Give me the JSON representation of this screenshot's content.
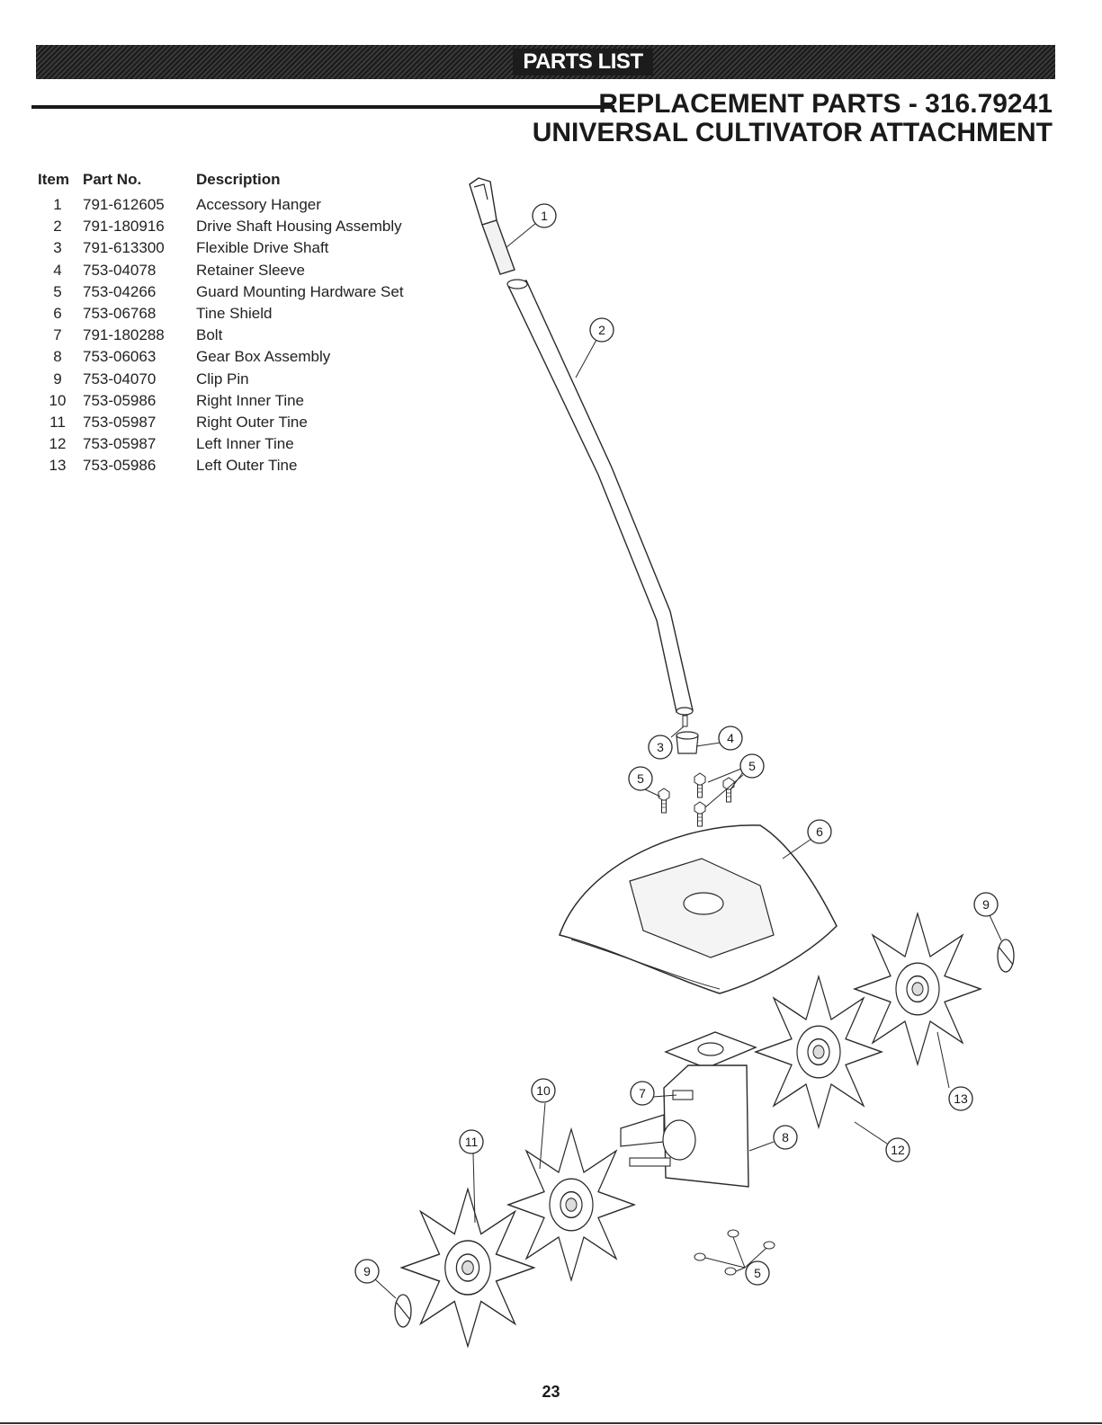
{
  "header": {
    "banner_label": "PARTS LIST",
    "title_line1": "REPLACEMENT PARTS - 316.79241",
    "title_line2": "UNIVERSAL CULTIVATOR ATTACHMENT"
  },
  "parts_table": {
    "columns": [
      "Item",
      "Part No.",
      "Description"
    ],
    "rows": [
      {
        "item": "1",
        "part_no": "791-612605",
        "description": "Accessory Hanger"
      },
      {
        "item": "2",
        "part_no": "791-180916",
        "description": "Drive Shaft Housing Assembly"
      },
      {
        "item": "3",
        "part_no": "791-613300",
        "description": "Flexible Drive Shaft"
      },
      {
        "item": "4",
        "part_no": "753-04078",
        "description": "Retainer Sleeve"
      },
      {
        "item": "5",
        "part_no": "753-04266",
        "description": "Guard Mounting Hardware Set"
      },
      {
        "item": "6",
        "part_no": "753-06768",
        "description": "Tine Shield"
      },
      {
        "item": "7",
        "part_no": "791-180288",
        "description": "Bolt"
      },
      {
        "item": "8",
        "part_no": "753-06063",
        "description": "Gear Box Assembly"
      },
      {
        "item": "9",
        "part_no": "753-04070",
        "description": "Clip Pin"
      },
      {
        "item": "10",
        "part_no": "753-05986",
        "description": "Right Inner Tine"
      },
      {
        "item": "11",
        "part_no": "753-05987",
        "description": "Right Outer Tine"
      },
      {
        "item": "12",
        "part_no": "753-05987",
        "description": "Left Inner Tine"
      },
      {
        "item": "13",
        "part_no": "753-05986",
        "description": "Left Outer Tine"
      }
    ]
  },
  "diagram": {
    "callouts": [
      "1",
      "2",
      "3",
      "4",
      "5",
      "5",
      "5",
      "6",
      "7",
      "8",
      "9",
      "9",
      "10",
      "11",
      "12",
      "13"
    ]
  },
  "footer": {
    "page_number": "23"
  }
}
